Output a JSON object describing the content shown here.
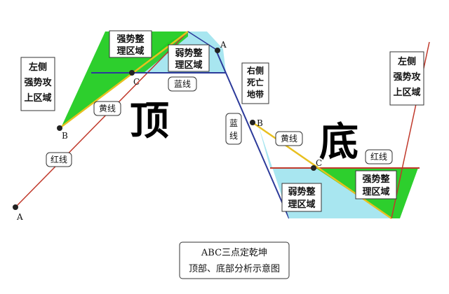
{
  "top_char": "顶",
  "bottom_char": "底",
  "points": {
    "A": "A",
    "B": "B",
    "C": "C"
  },
  "line_labels": {
    "red": "红线",
    "yellow": "黄线",
    "blue": "蓝线"
  },
  "zones": {
    "left_strong_l1": "左侧",
    "left_strong_l2": "强势攻",
    "left_strong_l3": "上区域",
    "strong_consol_l1": "强势整",
    "strong_consol_l2": "理区域",
    "weak_consol_l1": "弱势整",
    "weak_consol_l2": "理区域",
    "right_dead_l1": "右侧",
    "right_dead_l2": "死亡",
    "right_dead_l3": "地带",
    "right_strong_l1": "左侧",
    "right_strong_l2": "强势攻",
    "right_strong_l3": "上区域"
  },
  "caption": {
    "line1": "ABC三点定乾坤",
    "line2": "顶部、底部分析示意图"
  },
  "colors": {
    "red_line": "#c0392b",
    "yellow_line": "#e8c020",
    "blue_line": "#2c3a9a",
    "green_zone": "#22cc22",
    "cyan_zone": "#a8e6f0"
  }
}
